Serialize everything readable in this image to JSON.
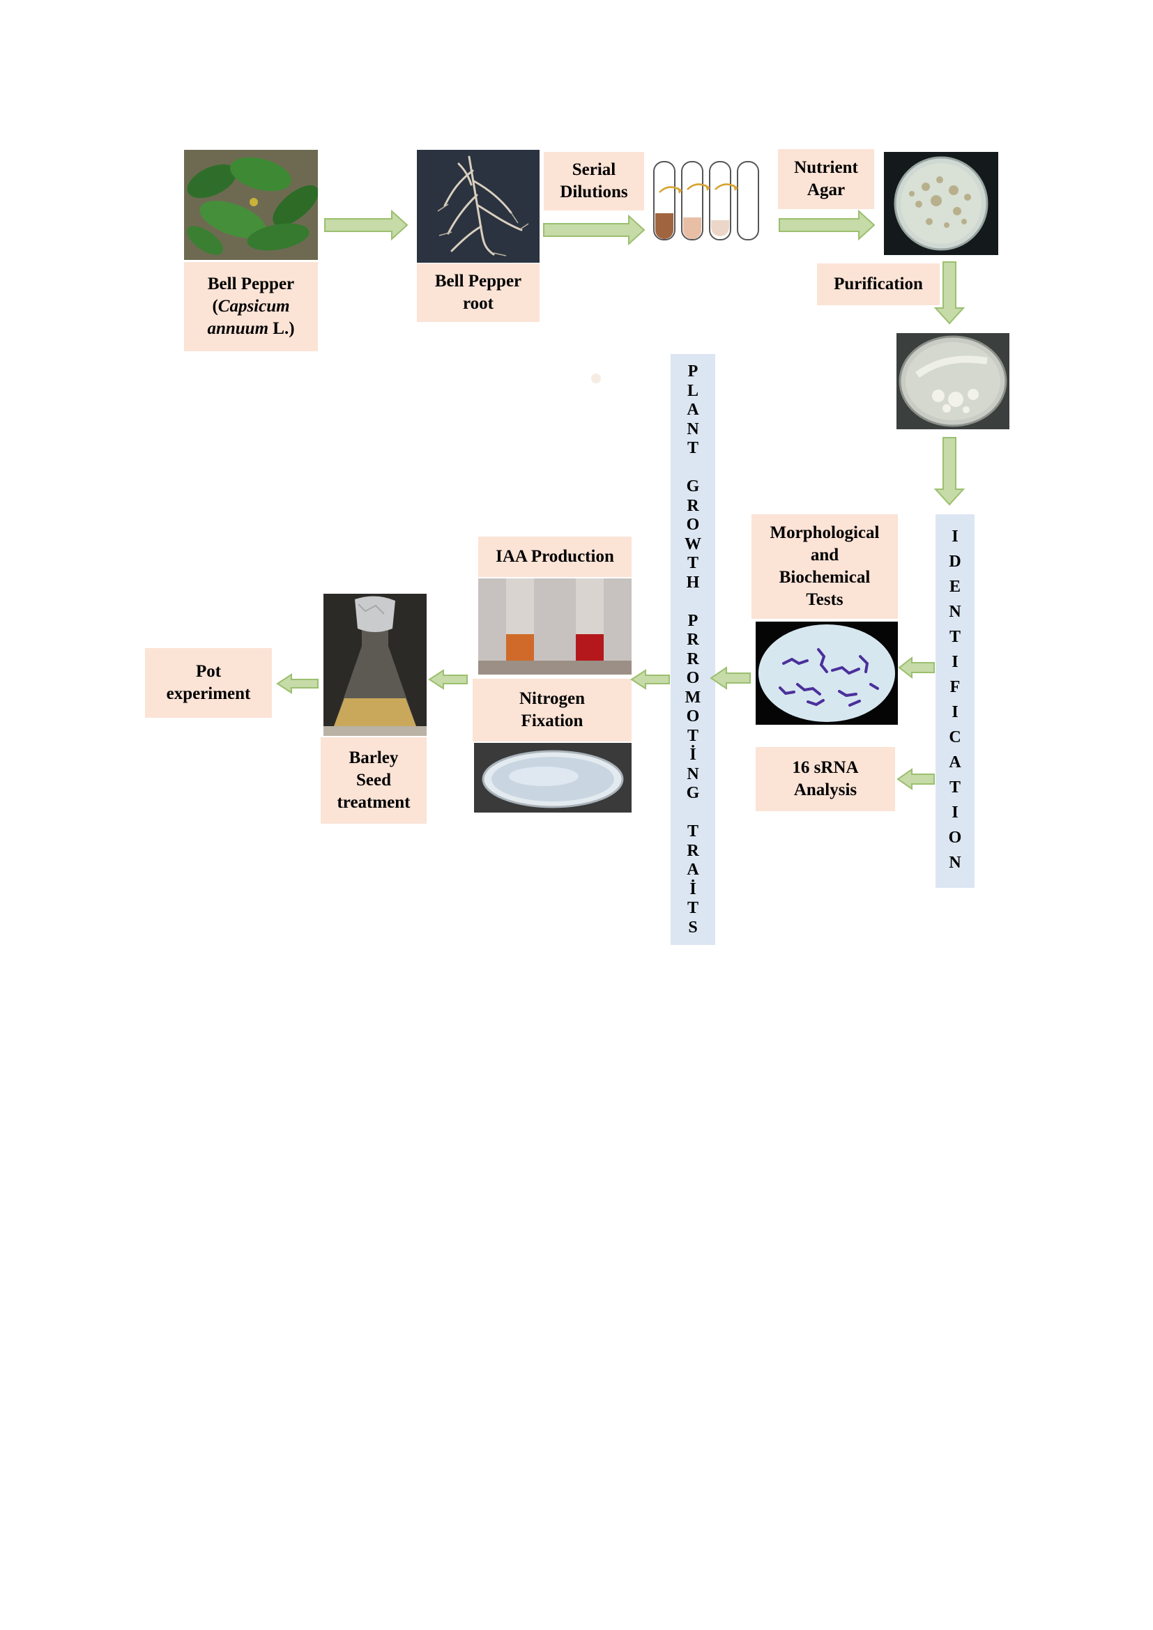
{
  "steps": {
    "bell_pepper": {
      "line1": "Bell Pepper",
      "line2_open": "(",
      "line2_italic": "Capsicum",
      "line3_italic": "annuum",
      "line3_rest": " L.)"
    },
    "pepper_root": {
      "line1": "Bell Pepper",
      "line2": "root"
    },
    "serial_dilutions": {
      "line1": "Serial",
      "line2": "Dilutions"
    },
    "nutrient_agar": {
      "line1": "Nutrient",
      "line2": "Agar"
    },
    "purification": {
      "line1": "Purification"
    },
    "morphological": {
      "line1": "Morphological",
      "line2": "and",
      "line3": "Biochemical",
      "line4": "Tests"
    },
    "srna": {
      "line1": "16 sRNA",
      "line2": "Analysis"
    },
    "iaa": {
      "line1": "IAA Production"
    },
    "nitrogen": {
      "line1": "Nitrogen",
      "line2": "Fixation"
    },
    "barley": {
      "line1": "Barley",
      "line2": "Seed",
      "line3": "treatment"
    },
    "pot": {
      "line1": "Pot",
      "line2": "experiment"
    }
  },
  "identification_letters": [
    "I",
    "D",
    "E",
    "N",
    "T",
    "I",
    "F",
    "I",
    "C",
    "A",
    "T",
    "I",
    "O",
    "N"
  ],
  "pgp_letters": [
    "P",
    "L",
    "A",
    "N",
    "T",
    "",
    "G",
    "R",
    "O",
    "W",
    "T",
    "H",
    "",
    "P",
    "R",
    "R",
    "O",
    "M",
    "O",
    "T",
    "İ",
    "N",
    "G",
    "",
    "T",
    "R",
    "A",
    "İ",
    "T",
    "S"
  ],
  "colors": {
    "label_fill": "#fbe3d6",
    "bar_fill": "#dbe6f2",
    "arrow_fill": "#c6dba8",
    "arrow_stroke": "#9bbf6e"
  }
}
